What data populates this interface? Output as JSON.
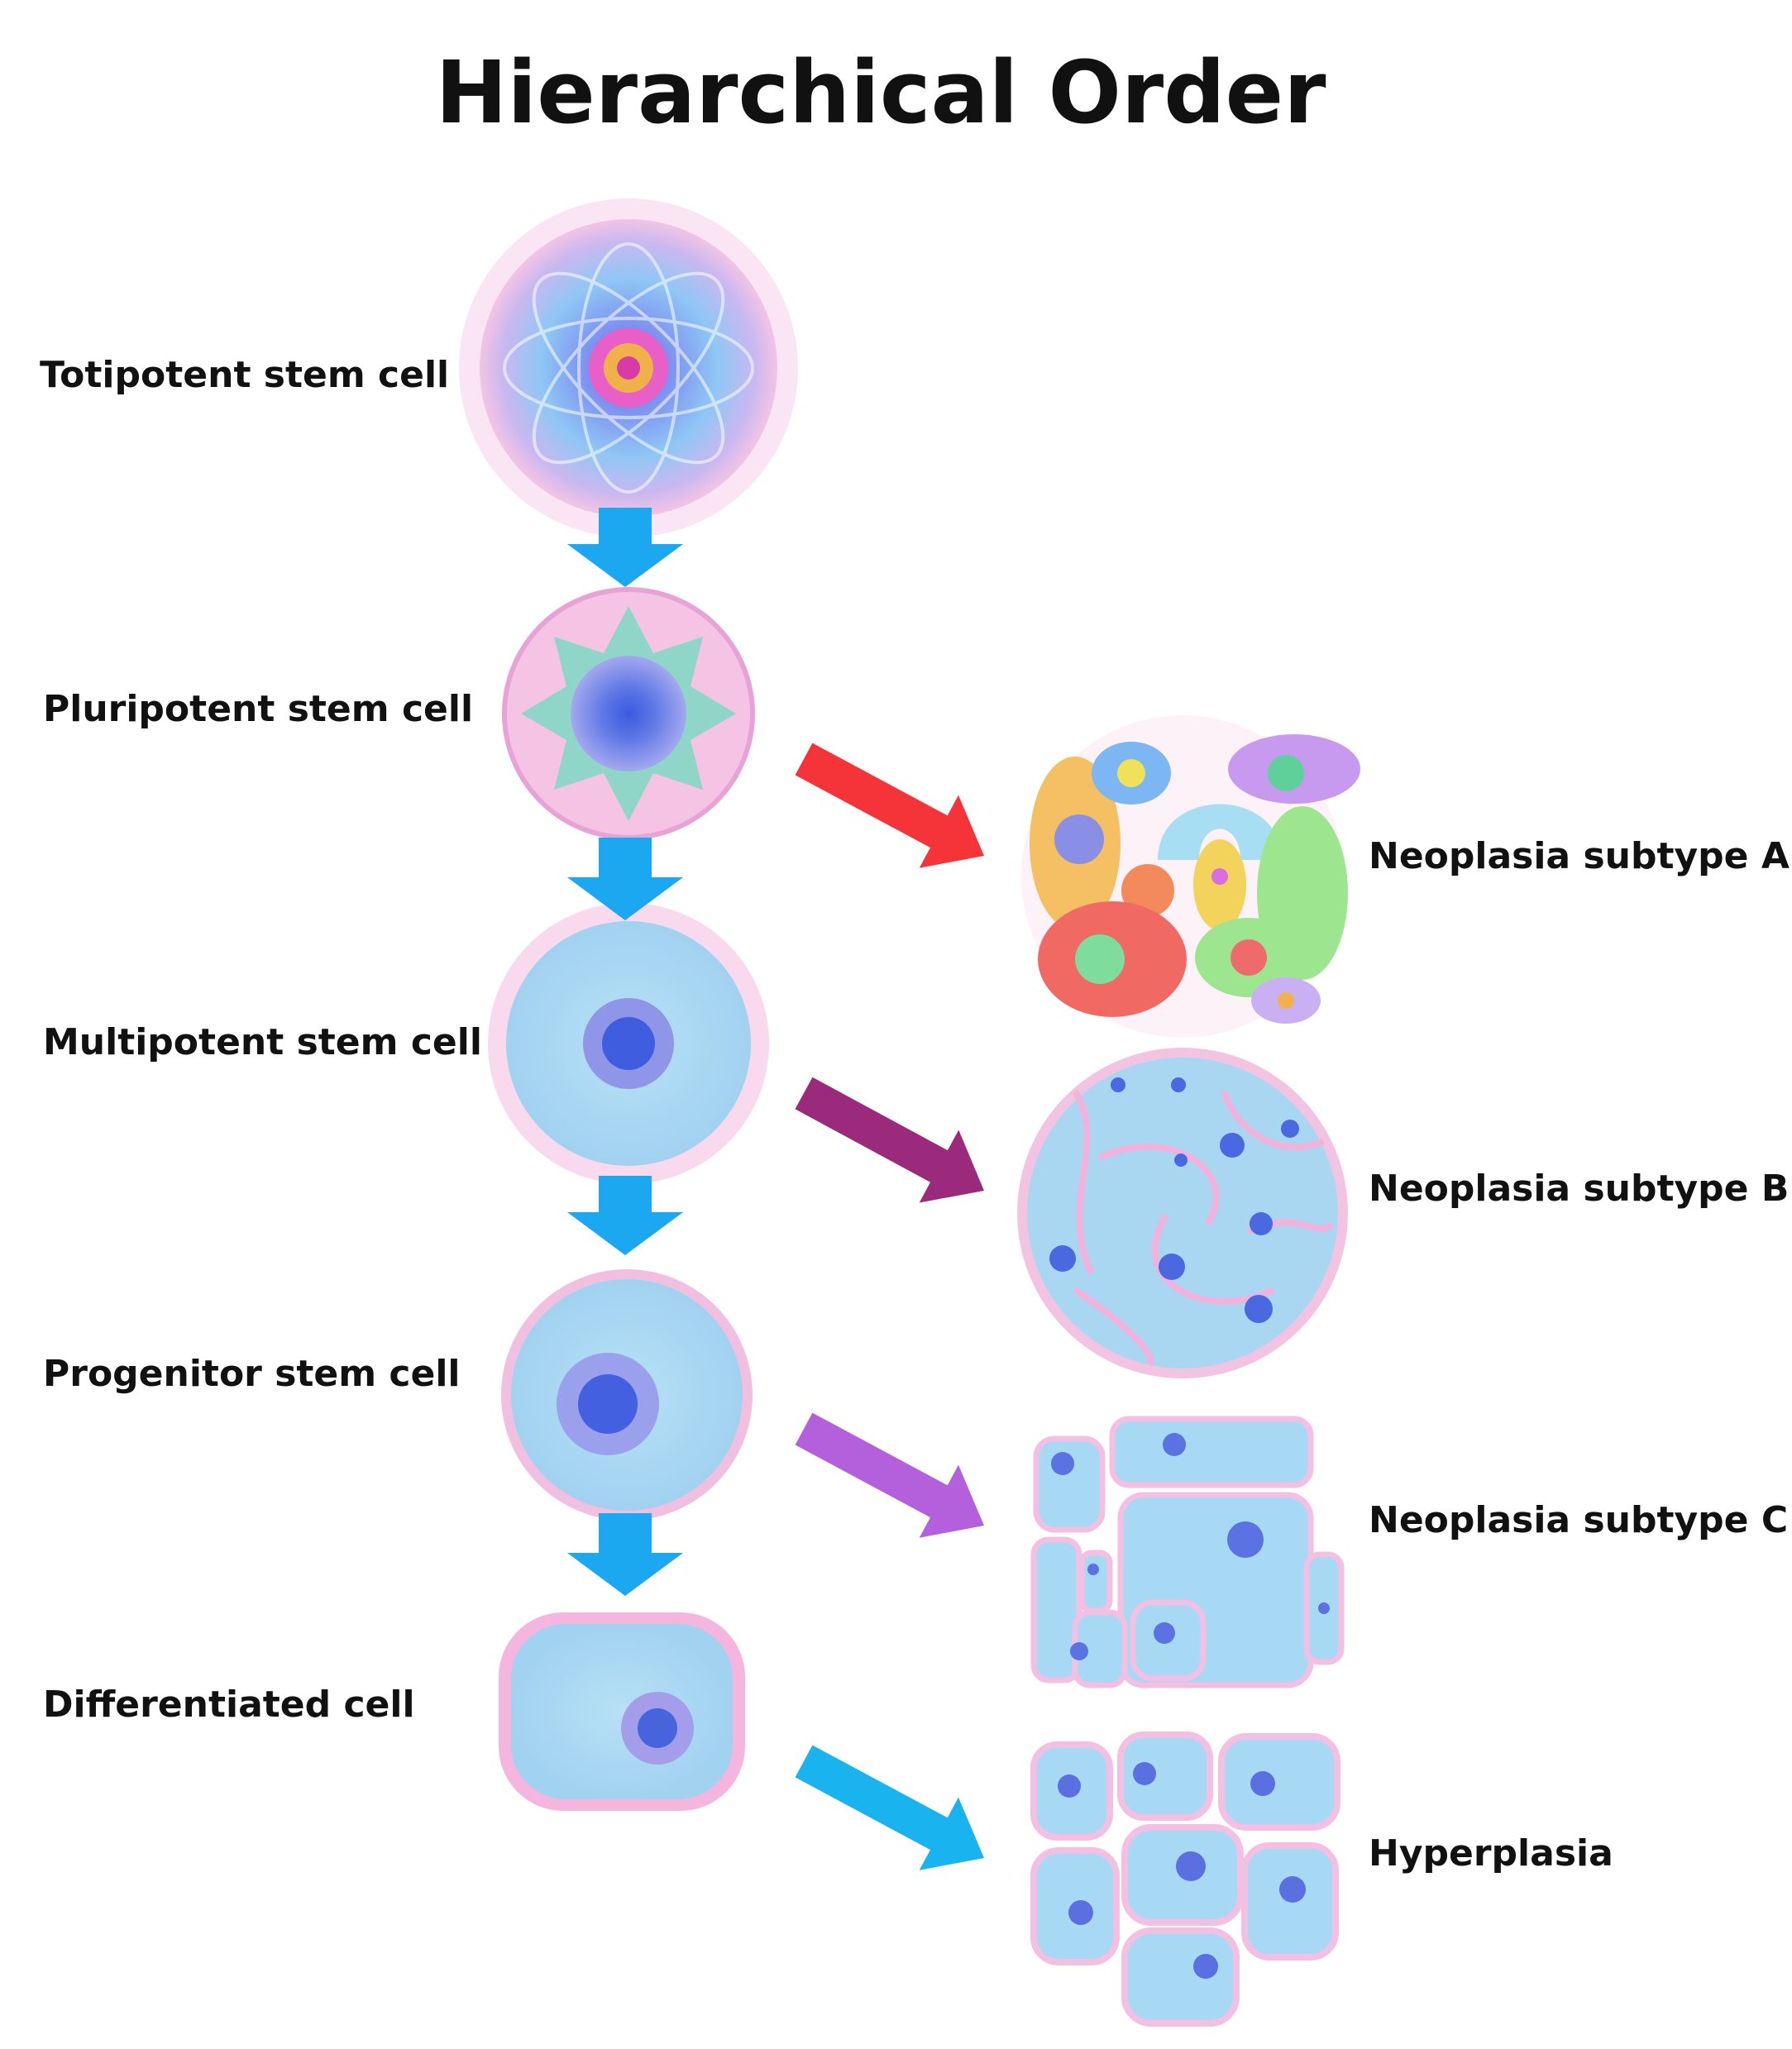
{
  "title": "Hierarchical Order",
  "stages": [
    {
      "label": "Totipotent stem cell",
      "icon": "totipotent-cell-icon"
    },
    {
      "label": "Pluripotent stem cell",
      "icon": "pluripotent-cell-icon"
    },
    {
      "label": "Multipotent stem cell",
      "icon": "multipotent-cell-icon"
    },
    {
      "label": "Progenitor stem cell",
      "icon": "progenitor-cell-icon"
    },
    {
      "label": "Differentiated cell",
      "icon": "differentiated-cell-icon"
    }
  ],
  "outcomes": [
    {
      "label": "Neoplasia subtype A",
      "icon": "neoplasia-a-cluster-icon",
      "arrow_color": "#f5343a"
    },
    {
      "label": "Neoplasia subtype B",
      "icon": "neoplasia-b-cluster-icon",
      "arrow_color": "#9b2a7c"
    },
    {
      "label": "Neoplasia subtype C",
      "icon": "neoplasia-c-cluster-icon",
      "arrow_color": "#b460dc"
    },
    {
      "label": "Hyperplasia",
      "icon": "hyperplasia-cluster-icon",
      "arrow_color": "#19b3ef"
    }
  ],
  "colors": {
    "down_arrow": "#1ba8f0",
    "cytoplasm": "#a9d8f2",
    "membrane": "#f4b6df",
    "nucleus": "#8a8fe6",
    "nucleolus": "#3454d8"
  }
}
